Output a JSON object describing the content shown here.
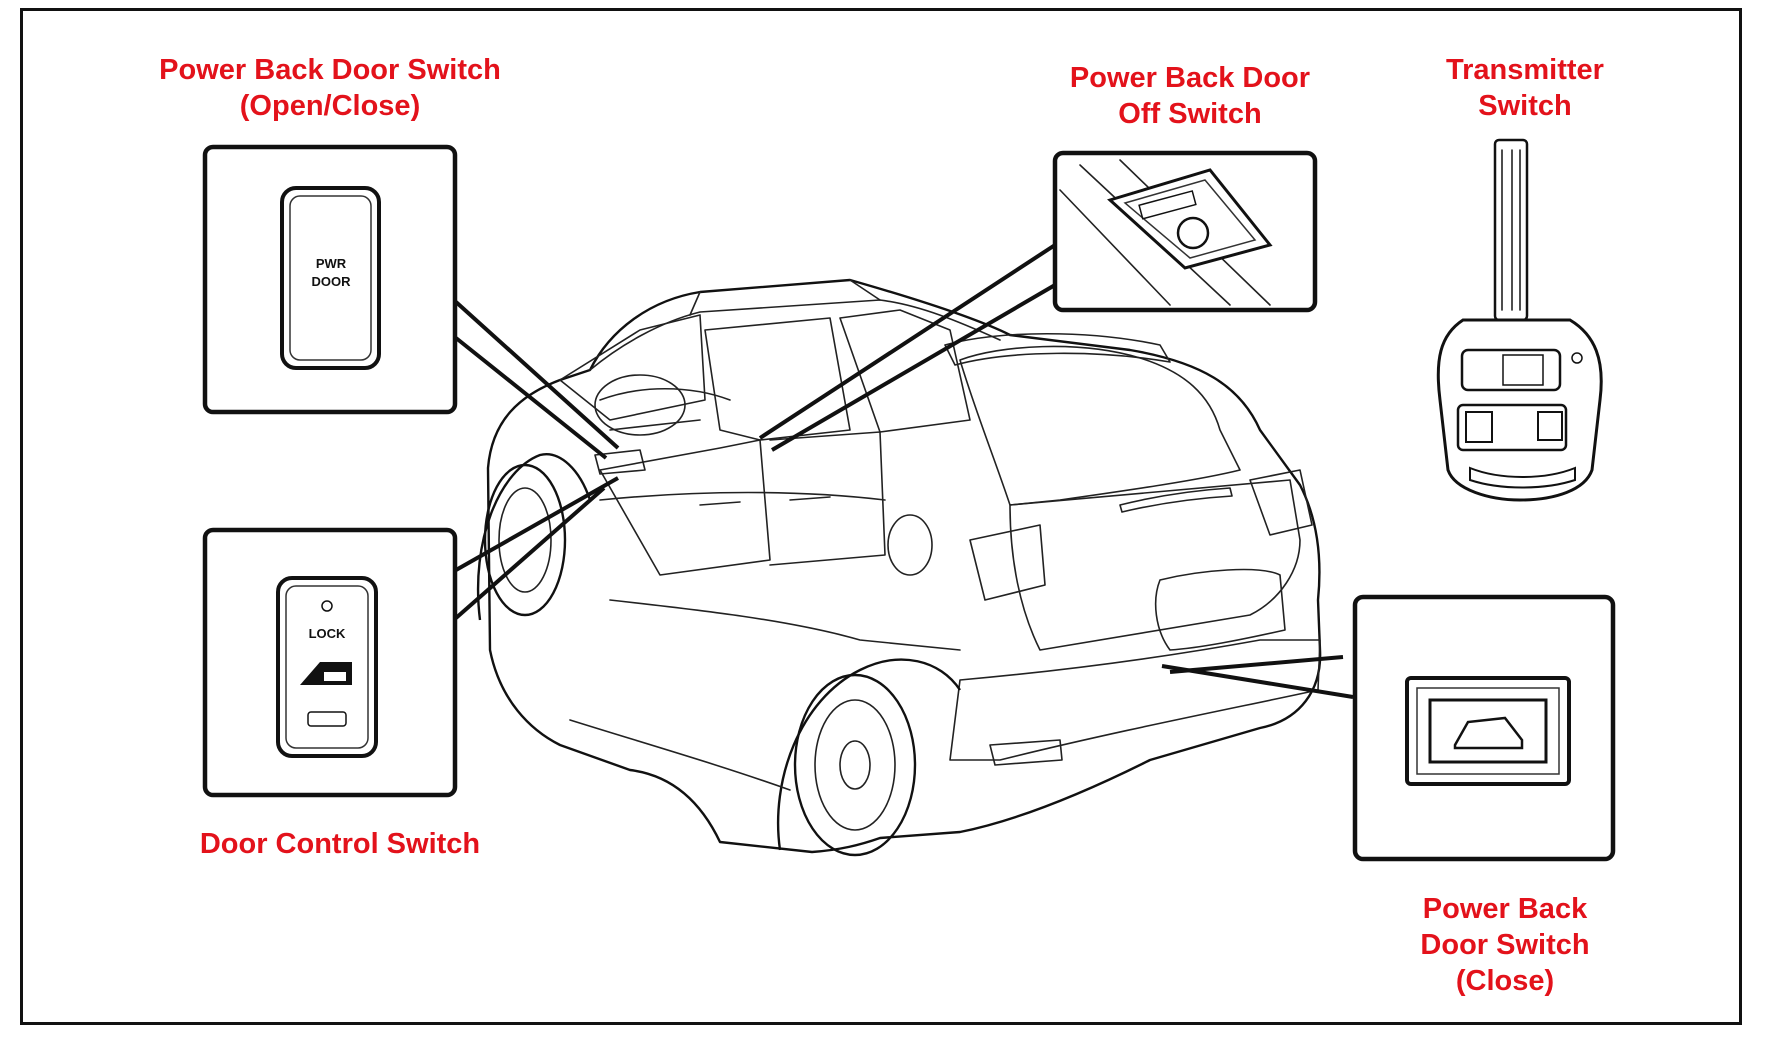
{
  "labels": {
    "pbd_switch_open_close": {
      "line1": "Power Back Door Switch",
      "line2": "(Open/Close)"
    },
    "pbd_off_switch": {
      "line1": "Power Back Door",
      "line2": "Off Switch"
    },
    "transmitter_switch": {
      "line1": "Transmitter",
      "line2": "Switch"
    },
    "door_control_switch": {
      "line1": "Door Control Switch"
    },
    "pbd_switch_close": {
      "line1": "Power Back",
      "line2": "Door Switch",
      "line3": "(Close)"
    }
  },
  "inset_text": {
    "pwr": "PWR",
    "door": "DOOR",
    "lock": "LOCK"
  },
  "colors": {
    "label": "#e3121b",
    "line": "#111111"
  }
}
